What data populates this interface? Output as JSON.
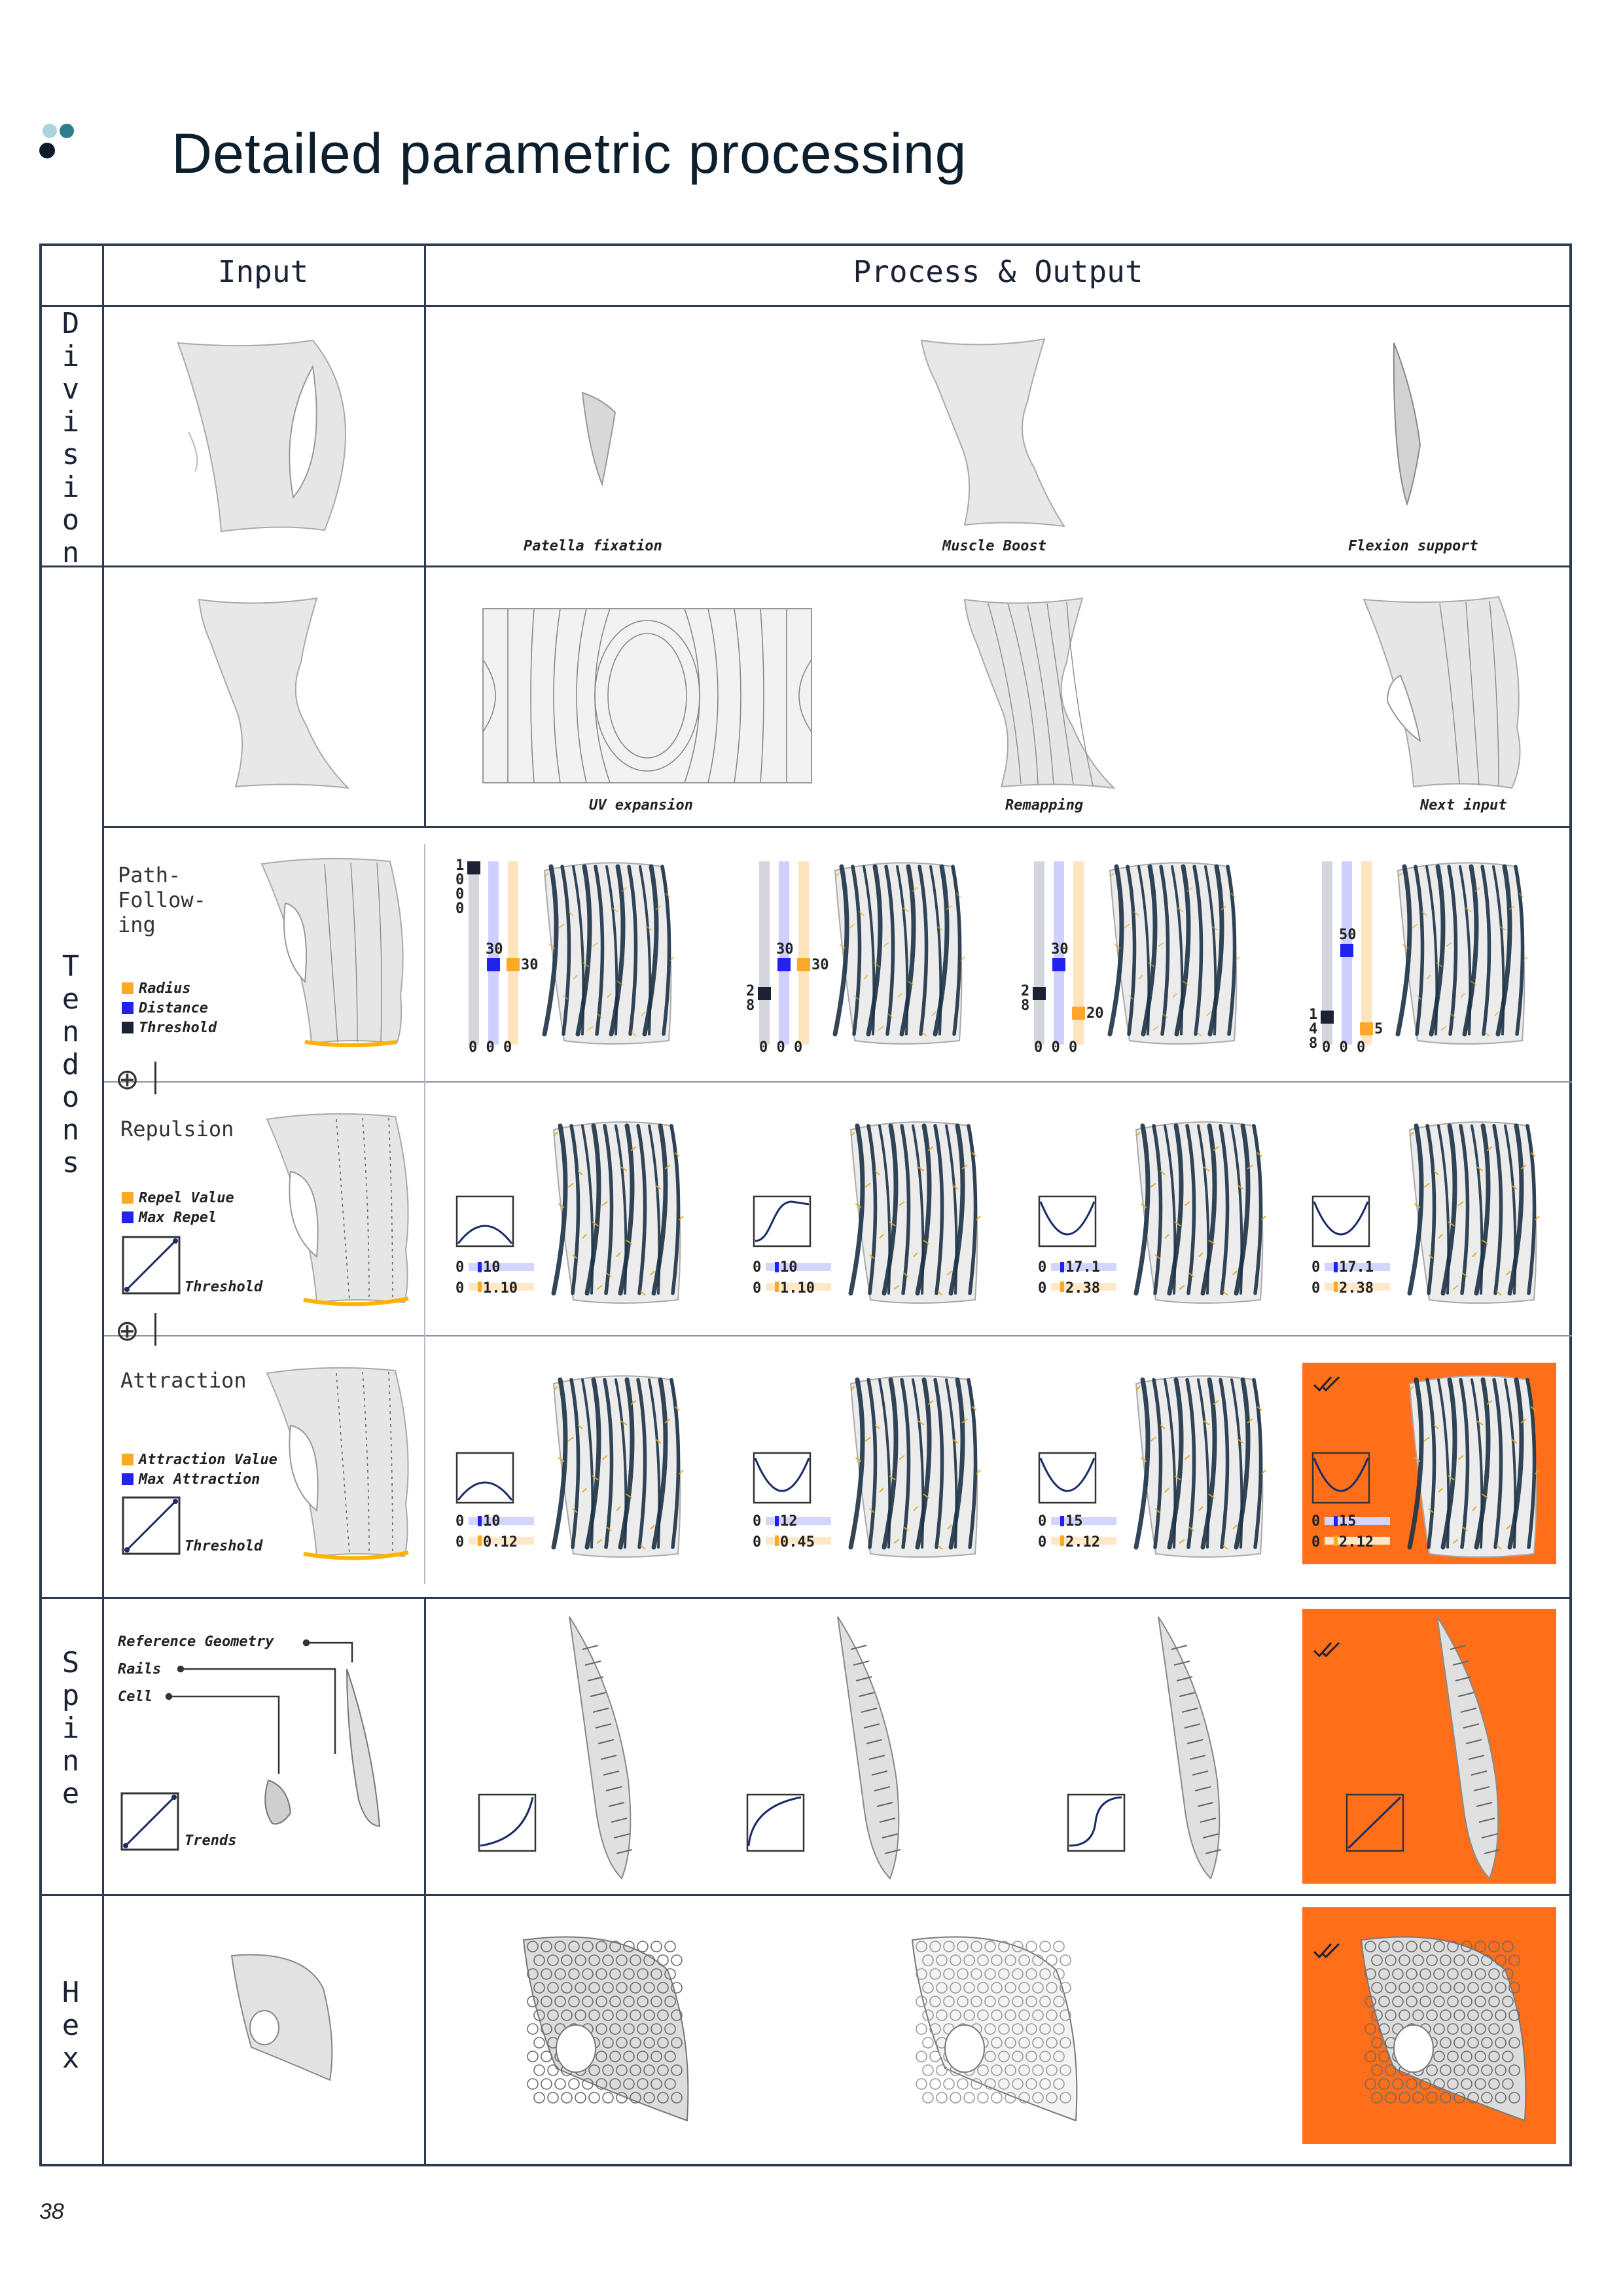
{
  "page": {
    "title": "Detailed parametric processing",
    "page_number": "38"
  },
  "table": {
    "headers": {
      "input": "Input",
      "process": "Process & Output"
    },
    "rows": {
      "division": "Division",
      "tendons": "Tendons",
      "spine": "Spine",
      "hex": "Hex"
    },
    "division": {
      "captions": [
        "Patella fixation",
        "Muscle Boost",
        "Flexion support"
      ]
    },
    "uv": {
      "captions": [
        "UV expansion",
        "Remapping",
        "Next input"
      ]
    },
    "path_following": {
      "label": "Path-\nFollow-\ning",
      "legend": [
        "Radius",
        "Distance",
        "Threshold"
      ],
      "sliders": [
        {
          "threshold": "1\n0\n0\n0",
          "distance": "30",
          "radius": "30",
          "zeros": "0 0 0"
        },
        {
          "threshold": "2\n8",
          "distance": "30",
          "radius": "30",
          "zeros": "0 0 0"
        },
        {
          "threshold": "2\n8",
          "distance": "30",
          "radius": "20",
          "zeros": "0 0 0"
        },
        {
          "threshold": "1\n4\n8",
          "distance": "50",
          "radius": "5",
          "zeros": "0 0 0"
        }
      ]
    },
    "repulsion": {
      "label": "Repulsion",
      "legend": [
        "Repel Value",
        "Max Repel"
      ],
      "threshold_label": "Threshold",
      "values": [
        {
          "max": "10",
          "val": "1.10"
        },
        {
          "max": "10",
          "val": "1.10"
        },
        {
          "max": "17.1",
          "val": "2.38"
        },
        {
          "max": "17.1",
          "val": "2.38"
        }
      ]
    },
    "attraction": {
      "label": "Attraction",
      "legend": [
        "Attraction Value",
        "Max Attraction"
      ],
      "threshold_label": "Threshold",
      "values": [
        {
          "max": "10",
          "val": "0.12"
        },
        {
          "max": "12",
          "val": "0.45"
        },
        {
          "max": "15",
          "val": "2.12"
        },
        {
          "max": "15",
          "val": "2.12"
        }
      ]
    },
    "spine": {
      "labels": [
        "Reference Geometry",
        "Rails",
        "Cell"
      ],
      "trends_label": "Trends"
    },
    "colors": {
      "accent": "#ff6f1a",
      "radius": "#ffa726",
      "distance": "#2222ee",
      "threshold": "#1a2233",
      "line": "#2c3a52"
    }
  }
}
